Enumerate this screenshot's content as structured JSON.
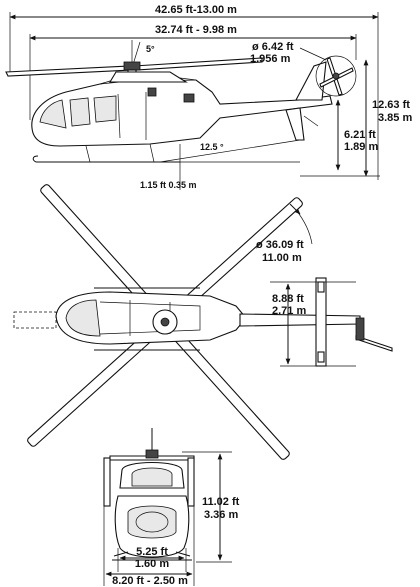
{
  "side_view": {
    "overall_length": "42.65 ft-13.00 m",
    "fuselage_length": "32.74 ft - 9.98 m",
    "rotor_tilt": "5°",
    "tail_rotor_diameter_ft": "ø 6.42 ft",
    "tail_rotor_diameter_m": "1.956 m",
    "overall_height_ft": "12.63 ft",
    "overall_height_m": "3.85 m",
    "tail_height_ft": "6.21 ft",
    "tail_height_m": "1.89 m",
    "tail_angle": "12.5 °",
    "ground_clearance": "1.15 ft 0.35 m"
  },
  "top_view": {
    "main_rotor_diameter_ft": "ø 36.09 ft",
    "main_rotor_diameter_m": "11.00 m",
    "stabilizer_span_ft": "8.88 ft",
    "stabilizer_span_m": "2.71 m"
  },
  "front_view": {
    "height_ft": "11.02 ft",
    "height_m": "3.36 m",
    "skid_width": "5.25 ft",
    "skid_width_m": "1.60 m",
    "overall_width": "8.20 ft - 2.50 m"
  }
}
